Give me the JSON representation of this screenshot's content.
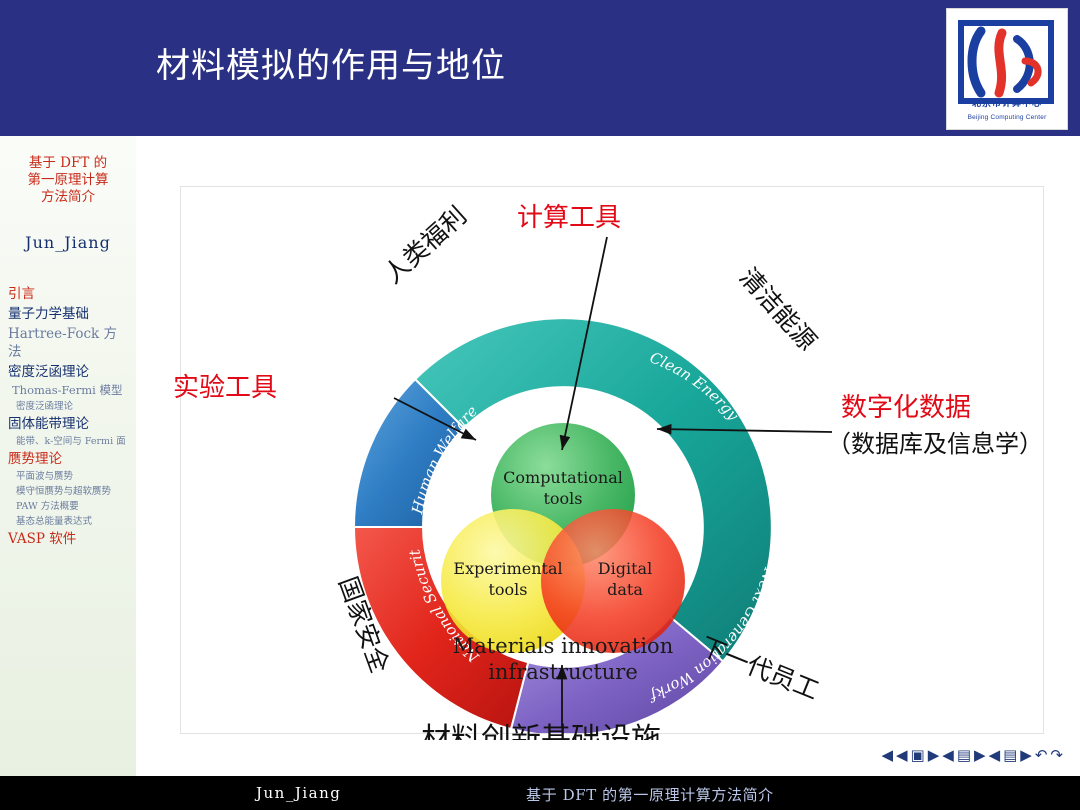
{
  "header": {
    "title": "材料模拟的作用与地位",
    "logo": {
      "name": "beijing-computing-center-logo",
      "cn_text": "北京市计算中心",
      "en_text": "Beijing Computing Center"
    }
  },
  "sidebar": {
    "title": "基于 DFT 的\n第一原理计算\n方法简介",
    "title_lines": [
      "基于 DFT 的",
      "第一原理计算",
      "方法简介"
    ],
    "author": "Jun_Jiang",
    "items": [
      {
        "label": "引言",
        "level": 1,
        "active": true
      },
      {
        "label": "量子力学基础",
        "level": 1,
        "active": false
      },
      {
        "label": "Hartree-Fock 方法",
        "level": 1,
        "active": false
      },
      {
        "label": "密度泛函理论",
        "level": 1,
        "active": false
      },
      {
        "label": "Thomas-Fermi 模型",
        "level": 2,
        "active": false
      },
      {
        "label": "密度泛函理论",
        "level": 3,
        "active": false
      },
      {
        "label": "固体能带理论",
        "level": 1,
        "active": false
      },
      {
        "label": "能带、k-空间与 Fermi 面",
        "level": 2,
        "active": false
      },
      {
        "label": "赝势理论",
        "level": 1,
        "active": false
      },
      {
        "label": "平面波与赝势",
        "level": 3,
        "active": false
      },
      {
        "label": "模守恒赝势与超软赝势",
        "level": 3,
        "active": false
      },
      {
        "label": "PAW 方法概要",
        "level": 3,
        "active": false
      },
      {
        "label": "基态总能量表达式",
        "level": 3,
        "active": false
      },
      {
        "label": "VASP 软件",
        "level": 1,
        "active": false
      }
    ]
  },
  "figure": {
    "name": "materials-innovation-infrastructure-diagram",
    "ring_segments": [
      {
        "id": "human-welfare",
        "cn": "人类福利",
        "en": "Human Welfare",
        "color": "#2f7dc4"
      },
      {
        "id": "clean-energy",
        "cn": "清洁能源",
        "en": "Clean Energy",
        "color": "#18a79a"
      },
      {
        "id": "next-generation-workforce",
        "cn": "下一代员工",
        "en": "Next Generation Workforce",
        "color": "#7e63c4"
      },
      {
        "id": "national-security",
        "cn": "国家安全",
        "en": "National Security",
        "color": "#e1251b"
      }
    ],
    "circles": [
      {
        "id": "computational-tools",
        "label": "Computational\ntools",
        "line1": "Computational",
        "line2": "tools",
        "color": "#2fa84f"
      },
      {
        "id": "experimental-tools",
        "label": "Experimental\ntools",
        "line1": "Experimental",
        "line2": "tools",
        "color": "#f3e63c"
      },
      {
        "id": "digital-data",
        "label": "Digital\ndata",
        "line1": "Digital",
        "line2": "data",
        "color": "#f03020"
      }
    ],
    "center_caption": {
      "line1": "Materials innovation",
      "line2": "infrastructure"
    },
    "annotations": [
      {
        "id": "computational-tools-callout",
        "text": "计算工具",
        "color": "#e20a17"
      },
      {
        "id": "experimental-tools-callout",
        "text": "实验工具",
        "color": "#e20a17"
      },
      {
        "id": "digital-data-callout-line1",
        "text": "数字化数据",
        "color": "#e20a17"
      },
      {
        "id": "digital-data-callout-line2",
        "text": "（数据库及信息学）",
        "color": "#111111"
      },
      {
        "id": "infrastructure-callout",
        "text": "材料创新基础设施",
        "color": "#111111"
      }
    ]
  },
  "navbar": {
    "icons": [
      "first-slide-icon",
      "prev-section-icon",
      "prev-slide-icon",
      "play-icon",
      "next-slide-icon",
      "next-section-icon",
      "last-slide-icon",
      "back-icon",
      "forward-icon"
    ]
  },
  "footer": {
    "author": "Jun_Jiang",
    "title": "基于 DFT 的第一原理计算方法简介"
  },
  "colors": {
    "brand_blue": "#2a3184",
    "accent_red": "#c92b1a",
    "callout_red": "#e20a17",
    "toc_blue": "#16306f"
  }
}
